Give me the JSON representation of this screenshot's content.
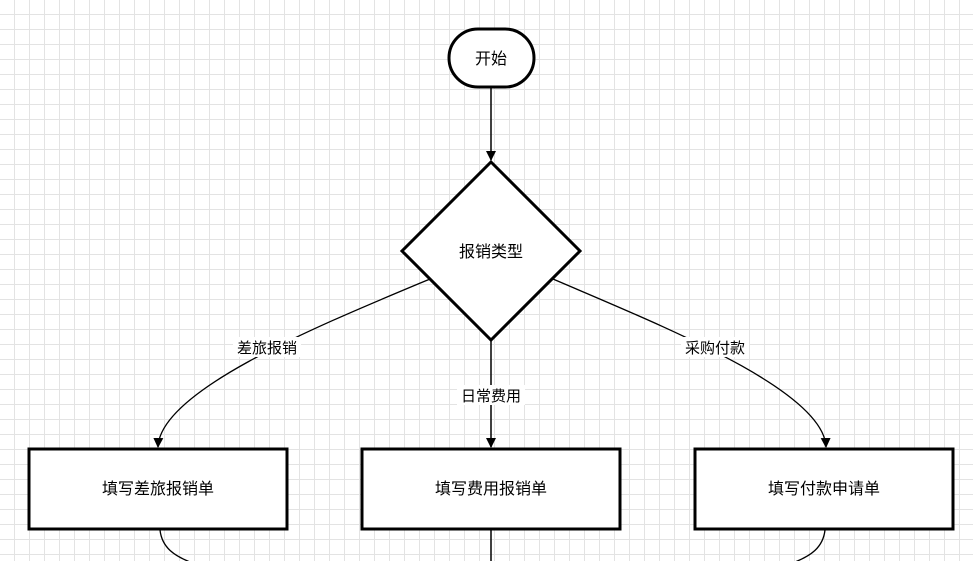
{
  "diagram": {
    "nodes": {
      "start": {
        "label": "开始",
        "shape": "terminator"
      },
      "decision": {
        "label": "报销类型",
        "shape": "diamond"
      },
      "travel": {
        "label": "填写差旅报销单",
        "shape": "process"
      },
      "expense": {
        "label": "填写费用报销单",
        "shape": "process"
      },
      "payment": {
        "label": "填写付款申请单",
        "shape": "process"
      }
    },
    "edges": {
      "start_to_decision": {
        "from": "start",
        "to": "decision",
        "label": ""
      },
      "decision_to_travel": {
        "from": "decision",
        "to": "travel",
        "label": "差旅报销"
      },
      "decision_to_expense": {
        "from": "decision",
        "to": "expense",
        "label": "日常费用"
      },
      "decision_to_payment": {
        "from": "decision",
        "to": "payment",
        "label": "采购付款"
      }
    }
  },
  "colors": {
    "stroke": "#000000",
    "fill": "#ffffff",
    "grid": "#e3e3e3"
  }
}
